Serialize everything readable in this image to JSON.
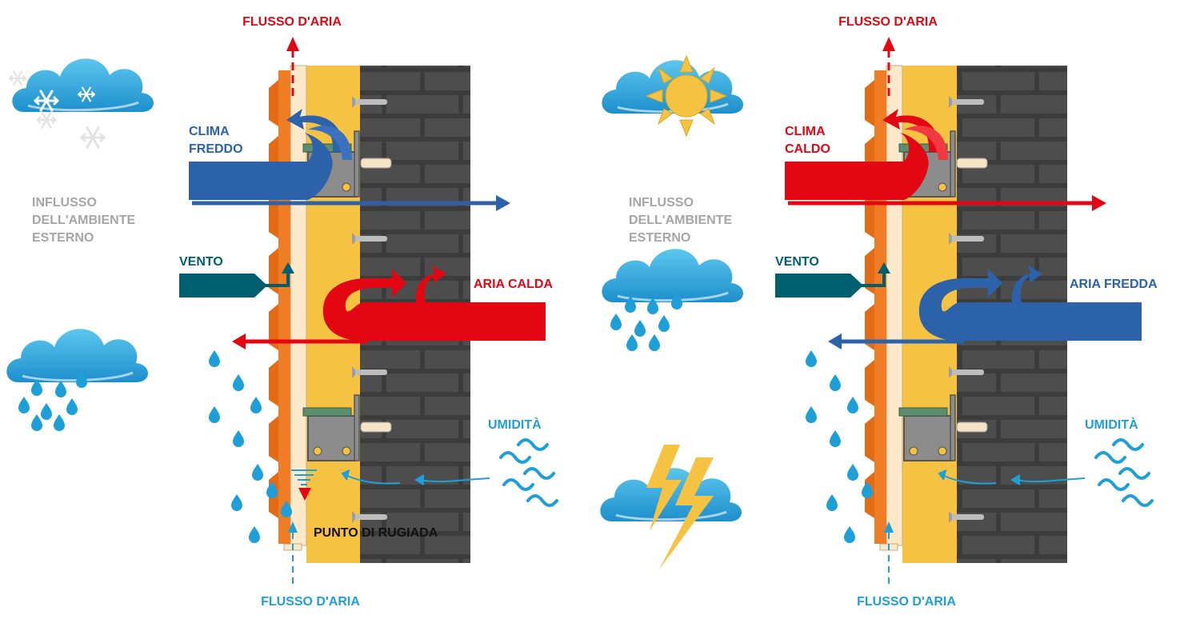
{
  "left": {
    "top_airflow": "FLUSSO D'ARIA",
    "climate_line1": "CLIMA",
    "climate_line2": "FREDDO",
    "influence_line1": "INFLUSSO",
    "influence_line2": "DELL'AMBIENTE",
    "influence_line3": "ESTERNO",
    "wind": "VENTO",
    "inner_air": "ARIA CALDA",
    "humidity": "UMIDITÀ",
    "dew_point": "PUNTO DI RUGIADA",
    "bottom_airflow": "FLUSSO D'ARIA"
  },
  "right": {
    "top_airflow": "FLUSSO D'ARIA",
    "climate_line1": "CLIMA",
    "climate_line2": "CALDO",
    "influence_line1": "INFLUSSO",
    "influence_line2": "DELL'AMBIENTE",
    "influence_line3": "ESTERNO",
    "wind": "VENTO",
    "inner_air": "ARIA FREDDA",
    "humidity": "UMIDITÀ",
    "bottom_airflow": "FLUSSO D'ARIA"
  },
  "colors": {
    "red": "#e30613",
    "blue": "#2b62a9",
    "cyan": "#1e9fd8",
    "teal": "#005f6e",
    "insulation": "#f6c242",
    "brick": "#4b4b4b",
    "cladding": "#ef7d26",
    "grey_label": "#a5a5a5"
  },
  "icons": [
    "snow-cloud-icon",
    "rain-cloud-icon",
    "sun-cloud-icon",
    "lightning-cloud-icon",
    "snowflake-icon",
    "raindrop-icon",
    "humidity-waves-icon"
  ]
}
